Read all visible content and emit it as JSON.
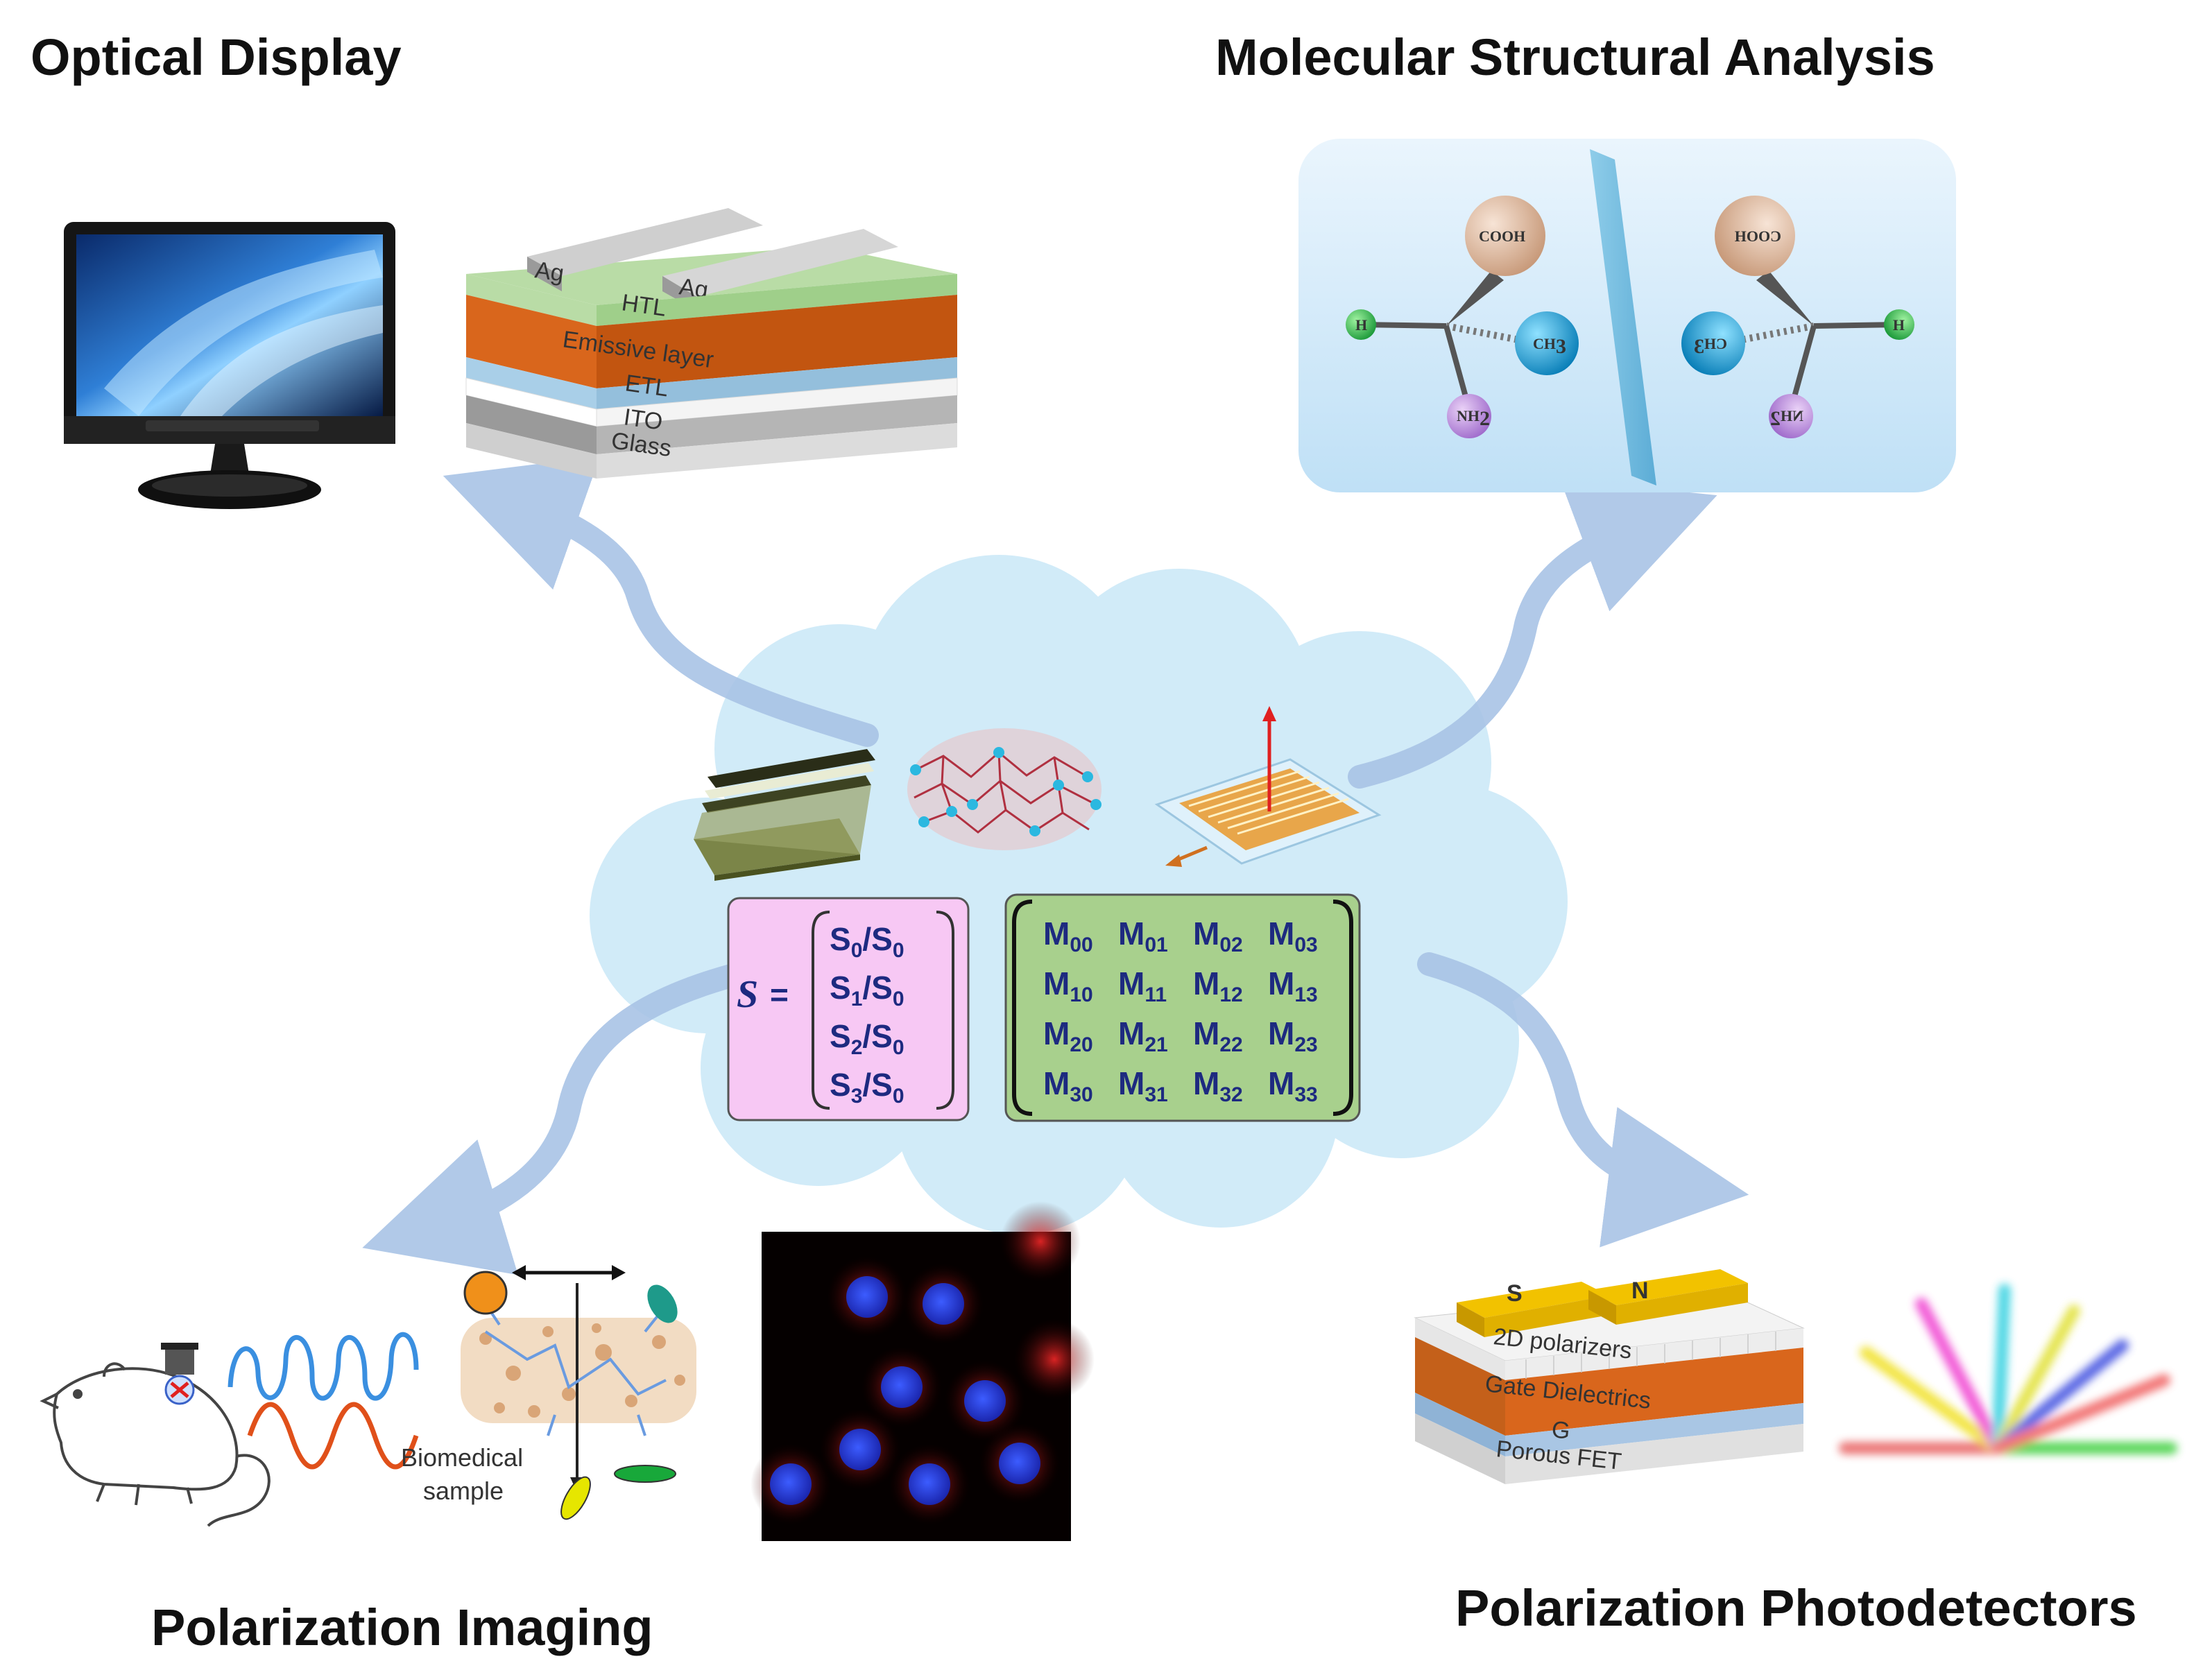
{
  "titles": {
    "optical_display": "Optical Display",
    "molecular_analysis": "Molecular Structural Analysis",
    "polarization_imaging": "Polarization Imaging",
    "photodetectors": "Polarization Photodetectors"
  },
  "oled_stack": {
    "electrode_left": "Ag",
    "electrode_right": "Ag",
    "layers": [
      "HTL",
      "Emissive layer",
      "ETL",
      "ITO",
      "Glass"
    ]
  },
  "molecule": {
    "top": "COOH",
    "left": "H",
    "right": "CH",
    "right_sub": "3",
    "bottom": "NH",
    "bottom_sub": "2"
  },
  "stokes": {
    "symbol": "S",
    "equals": "=",
    "rows": [
      {
        "num": "S",
        "num_sub": "0",
        "den": "S",
        "den_sub": "0"
      },
      {
        "num": "S",
        "num_sub": "1",
        "den": "S",
        "den_sub": "0"
      },
      {
        "num": "S",
        "num_sub": "2",
        "den": "S",
        "den_sub": "0"
      },
      {
        "num": "S",
        "num_sub": "3",
        "den": "S",
        "den_sub": "0"
      }
    ]
  },
  "mueller": {
    "letter": "M",
    "subscripts": [
      [
        "00",
        "01",
        "02",
        "03"
      ],
      [
        "10",
        "11",
        "12",
        "13"
      ],
      [
        "20",
        "21",
        "22",
        "23"
      ],
      [
        "30",
        "31",
        "32",
        "33"
      ]
    ]
  },
  "imaging": {
    "sample_label_line1": "Biomedical",
    "sample_label_line2": "sample"
  },
  "fet": {
    "source": "S",
    "drain": "N",
    "layers": [
      "2D polarizers",
      "Gate Dielectrics",
      "G",
      "Porous FET"
    ]
  },
  "colors": {
    "cloud": "#cfeaf8",
    "arrow": "#a9c4e6",
    "stokes_box": "#f7c8f4",
    "mueller_box": "#a8d08d",
    "matrix_text": "#1d2a80",
    "emissive": "#d9661c",
    "htl": "#b9dca6",
    "etl": "#a9cfe8",
    "electrode_gold": "#f2c200"
  }
}
